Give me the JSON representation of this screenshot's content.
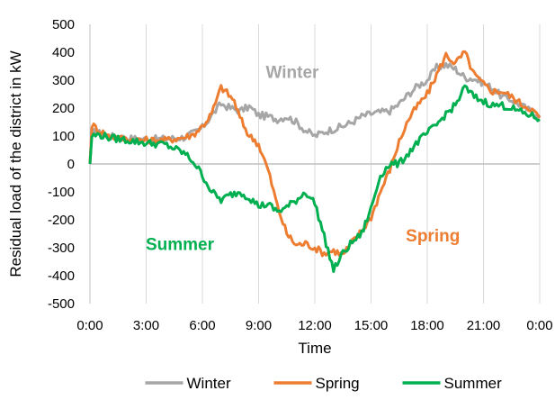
{
  "chart_data": {
    "type": "line",
    "xlabel": "Time",
    "ylabel": "Residual load of the district in kW",
    "xlim": [
      0,
      24
    ],
    "ylim": [
      -500,
      500
    ],
    "y_ticks": [
      -500,
      -400,
      -300,
      -200,
      -100,
      0,
      100,
      200,
      300,
      400,
      500
    ],
    "x_ticks": [
      {
        "value": 0,
        "label": "0:00"
      },
      {
        "value": 3,
        "label": "3:00"
      },
      {
        "value": 6,
        "label": "6:00"
      },
      {
        "value": 9,
        "label": "9:00"
      },
      {
        "value": 12,
        "label": "12:00"
      },
      {
        "value": 15,
        "label": "15:00"
      },
      {
        "value": 18,
        "label": "18:00"
      },
      {
        "value": 21,
        "label": "21:00"
      },
      {
        "value": 24,
        "label": "0:00"
      }
    ],
    "grid": "vertical",
    "legend_position": "bottom",
    "series": [
      {
        "name": "Winter",
        "color": "#a6a6a6",
        "points": [
          [
            0,
            0
          ],
          [
            0.1,
            115
          ],
          [
            0.5,
            110
          ],
          [
            1,
            100
          ],
          [
            2,
            92
          ],
          [
            3,
            88
          ],
          [
            4,
            90
          ],
          [
            5,
            95
          ],
          [
            5.5,
            110
          ],
          [
            6,
            130
          ],
          [
            6.5,
            175
          ],
          [
            7,
            215
          ],
          [
            7.5,
            200
          ],
          [
            8,
            190
          ],
          [
            8.5,
            205
          ],
          [
            9,
            175
          ],
          [
            9.5,
            170
          ],
          [
            10,
            160
          ],
          [
            10.5,
            170
          ],
          [
            11,
            150
          ],
          [
            11.5,
            120
          ],
          [
            12,
            100
          ],
          [
            12.5,
            115
          ],
          [
            13,
            125
          ],
          [
            13.5,
            135
          ],
          [
            14,
            150
          ],
          [
            14.5,
            170
          ],
          [
            15,
            180
          ],
          [
            15.5,
            185
          ],
          [
            16,
            190
          ],
          [
            16.5,
            215
          ],
          [
            17,
            250
          ],
          [
            17.5,
            280
          ],
          [
            18,
            300
          ],
          [
            18.5,
            345
          ],
          [
            19,
            355
          ],
          [
            19.5,
            340
          ],
          [
            20,
            310
          ],
          [
            20.5,
            305
          ],
          [
            21,
            290
          ],
          [
            21.5,
            270
          ],
          [
            22,
            240
          ],
          [
            22.5,
            230
          ],
          [
            23,
            210
          ],
          [
            23.5,
            190
          ],
          [
            24,
            175
          ]
        ]
      },
      {
        "name": "Spring",
        "color": "#ed7d31",
        "points": [
          [
            0,
            0
          ],
          [
            0.1,
            140
          ],
          [
            0.5,
            120
          ],
          [
            1,
            100
          ],
          [
            2,
            88
          ],
          [
            3,
            85
          ],
          [
            4,
            85
          ],
          [
            5,
            95
          ],
          [
            5.5,
            105
          ],
          [
            6,
            135
          ],
          [
            6.5,
            180
          ],
          [
            7,
            275
          ],
          [
            7.3,
            255
          ],
          [
            7.7,
            225
          ],
          [
            8,
            165
          ],
          [
            8.5,
            100
          ],
          [
            8.8,
            85
          ],
          [
            9,
            70
          ],
          [
            9.5,
            -20
          ],
          [
            10,
            -150
          ],
          [
            10.5,
            -250
          ],
          [
            11,
            -290
          ],
          [
            11.5,
            -285
          ],
          [
            12,
            -300
          ],
          [
            12.5,
            -320
          ],
          [
            13,
            -310
          ],
          [
            13.5,
            -325
          ],
          [
            14,
            -280
          ],
          [
            14.5,
            -240
          ],
          [
            15,
            -190
          ],
          [
            15.5,
            -100
          ],
          [
            16,
            -20
          ],
          [
            16.5,
            80
          ],
          [
            17,
            160
          ],
          [
            17.5,
            210
          ],
          [
            18,
            250
          ],
          [
            18.5,
            320
          ],
          [
            19,
            390
          ],
          [
            19.5,
            360
          ],
          [
            20,
            400
          ],
          [
            20.5,
            320
          ],
          [
            21,
            285
          ],
          [
            21.5,
            260
          ],
          [
            22,
            260
          ],
          [
            22.5,
            240
          ],
          [
            23,
            215
          ],
          [
            23.5,
            200
          ],
          [
            24,
            165
          ]
        ]
      },
      {
        "name": "Summer",
        "color": "#00b050",
        "points": [
          [
            0,
            0
          ],
          [
            0.1,
            100
          ],
          [
            0.5,
            105
          ],
          [
            1,
            95
          ],
          [
            2,
            85
          ],
          [
            3,
            75
          ],
          [
            4,
            70
          ],
          [
            5,
            40
          ],
          [
            5.5,
            10
          ],
          [
            6,
            -40
          ],
          [
            6.5,
            -100
          ],
          [
            7,
            -130
          ],
          [
            7.5,
            -110
          ],
          [
            8,
            -100
          ],
          [
            8.5,
            -120
          ],
          [
            9,
            -150
          ],
          [
            9.5,
            -145
          ],
          [
            10,
            -170
          ],
          [
            10.5,
            -155
          ],
          [
            11,
            -130
          ],
          [
            11.5,
            -100
          ],
          [
            12,
            -140
          ],
          [
            12.5,
            -260
          ],
          [
            13,
            -380
          ],
          [
            13.5,
            -320
          ],
          [
            14,
            -280
          ],
          [
            14.5,
            -250
          ],
          [
            15,
            -160
          ],
          [
            15.5,
            -40
          ],
          [
            16,
            0
          ],
          [
            16.5,
            0
          ],
          [
            17,
            40
          ],
          [
            17.5,
            80
          ],
          [
            18,
            110
          ],
          [
            18.5,
            140
          ],
          [
            19,
            180
          ],
          [
            19.5,
            210
          ],
          [
            20,
            275
          ],
          [
            20.5,
            240
          ],
          [
            21,
            225
          ],
          [
            21.5,
            210
          ],
          [
            22,
            210
          ],
          [
            22.5,
            200
          ],
          [
            23,
            185
          ],
          [
            23.5,
            175
          ],
          [
            24,
            160
          ]
        ]
      }
    ],
    "annotations": [
      {
        "text": "Winter",
        "x": 10.8,
        "y": 330,
        "color": "#a6a6a6"
      },
      {
        "text": "Summer",
        "x": 4.8,
        "y": -285,
        "color": "#00b050"
      },
      {
        "text": "Spring",
        "x": 18.3,
        "y": -255,
        "color": "#ed7d31"
      }
    ]
  }
}
